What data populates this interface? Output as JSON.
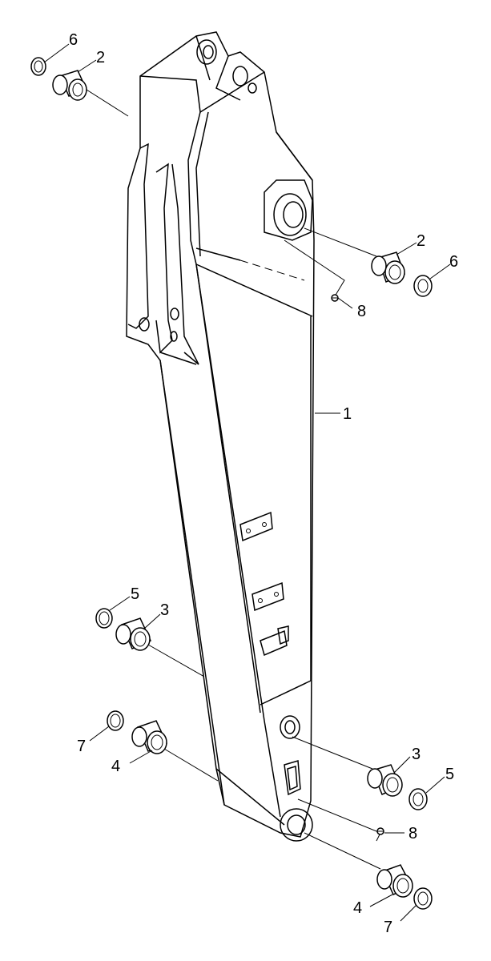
{
  "diagram": {
    "callouts": {
      "c_6_top_left": "6",
      "c_2_top_left": "2",
      "c_2_right": "2",
      "c_6_right": "6",
      "c_8_top": "8",
      "c_1": "1",
      "c_5_left": "5",
      "c_3_left": "3",
      "c_7_left": "7",
      "c_4_left": "4",
      "c_3_right": "3",
      "c_5_right": "5",
      "c_8_bottom": "8",
      "c_4_right": "4",
      "c_7_right": "7"
    }
  }
}
